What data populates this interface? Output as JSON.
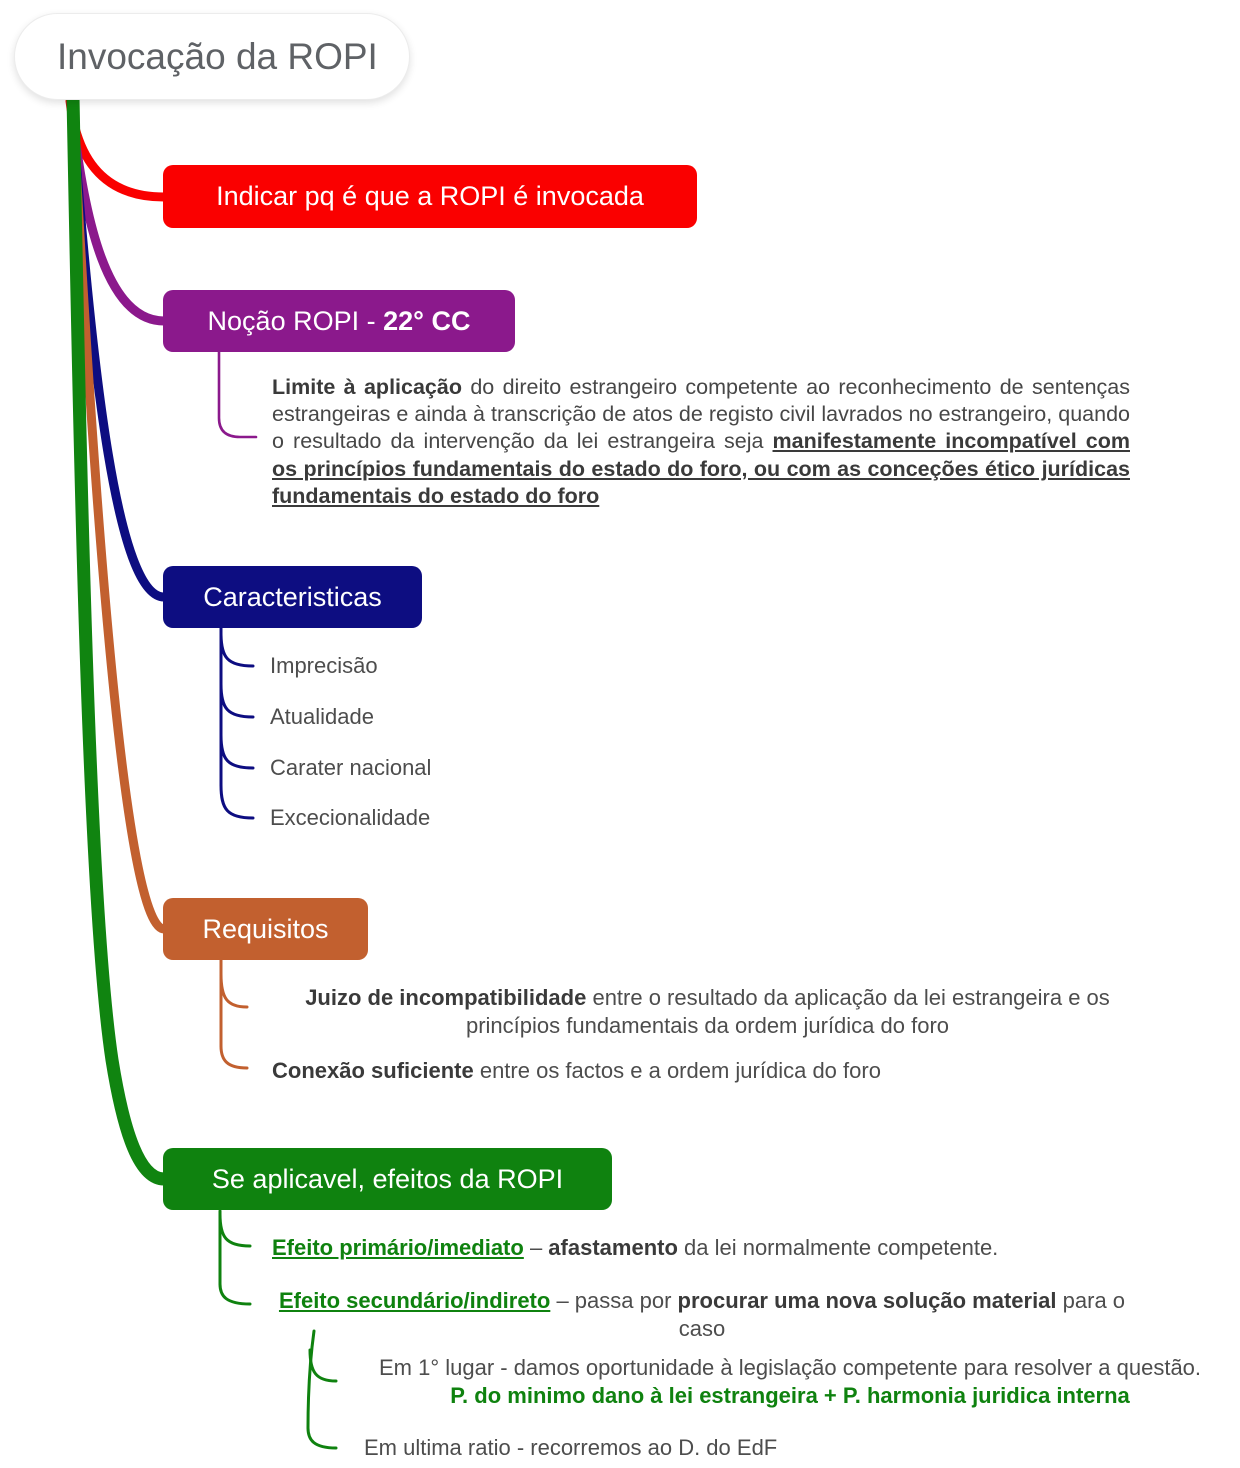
{
  "palette": {
    "branch_red": "#fa0000",
    "branch_purple": "#8b198c",
    "branch_navy": "#0d0d81",
    "branch_orange": "#c2602f",
    "branch_green": "#0f820f",
    "text_gray": "#4d4d4d",
    "text_dark": "#3a3a3a",
    "title_gray": "#5f6266"
  },
  "root": {
    "title": "Invocação da ROPI"
  },
  "red_branch": {
    "label": "Indicar pq é que a ROPI é invocada"
  },
  "purple_branch": {
    "label_plain": "Noção ROPI - ",
    "label_bold": "22° CC",
    "note_lead": "Limite à aplicação",
    "note_body": " do direito estrangeiro competente ao reconhecimento de sentenças estrangeiras e ainda à transcrição de atos de registo civil lavrados no estrangeiro, quando o resultado da intervenção da lei estrangeira seja ",
    "note_emphasis": "manifestamente incompatível com os princípios fundamentais do estado do foro, ou com as conceções ético jurídicas fundamentais do estado do foro"
  },
  "navy_branch": {
    "label": "Caracteristicas",
    "items": [
      "Imprecisão",
      "Atualidade",
      "Carater nacional",
      "Excecionalidade"
    ]
  },
  "orange_branch": {
    "label": "Requisitos",
    "item1_bold": "Juizo de incompatibilidade",
    "item1_rest": " entre o resultado da aplicação da lei estrangeira e os princípios fundamentais da ordem jurídica do foro",
    "item2_bold": "Conexão suficiente",
    "item2_rest": " entre os factos e a ordem jurídica do foro"
  },
  "green_branch": {
    "label": "Se aplicavel, efeitos da ROPI",
    "item1_title": "Efeito primário/imediato",
    "item1_sep": " – ",
    "item1_bold": "afastamento",
    "item1_rest": " da lei normalmente competente.",
    "item2_title": "Efeito secundário/indireto",
    "item2_sep": " – passa por ",
    "item2_bold": "procurar uma nova solução material",
    "item2_rest": " para o caso",
    "sub1_line1": "Em 1° lugar - damos oportunidade à legislação competente para resolver a questão.",
    "sub1_line2": "P. do minimo dano à lei estrangeira + P. harmonia juridica interna",
    "sub2": "Em ultima ratio - recorremos ao D. do EdF"
  }
}
